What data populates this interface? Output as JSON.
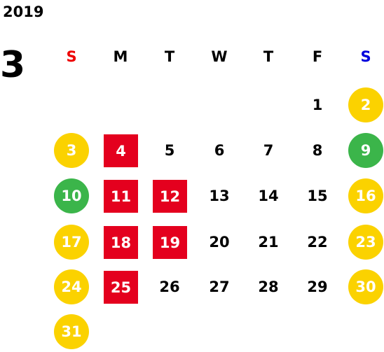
{
  "year": "2019",
  "month": "3",
  "colors": {
    "sunday": "#ee0000",
    "saturday": "#0000dd",
    "weekday": "#000000",
    "weekend_circle": "#fbd200",
    "special_circle": "#3bb54a",
    "square": "#e4001e"
  },
  "weekdays": [
    {
      "label": "S",
      "color": "#ee0000"
    },
    {
      "label": "M",
      "color": "#000000"
    },
    {
      "label": "T",
      "color": "#000000"
    },
    {
      "label": "W",
      "color": "#000000"
    },
    {
      "label": "T",
      "color": "#000000"
    },
    {
      "label": "F",
      "color": "#000000"
    },
    {
      "label": "S",
      "color": "#0000dd"
    }
  ],
  "first_weekday_index": 5,
  "days": [
    {
      "day": "1",
      "mark": "none"
    },
    {
      "day": "2",
      "mark": "yellow-circle"
    },
    {
      "day": "3",
      "mark": "yellow-circle"
    },
    {
      "day": "4",
      "mark": "red-square"
    },
    {
      "day": "5",
      "mark": "none"
    },
    {
      "day": "6",
      "mark": "none"
    },
    {
      "day": "7",
      "mark": "none"
    },
    {
      "day": "8",
      "mark": "none"
    },
    {
      "day": "9",
      "mark": "green-circle"
    },
    {
      "day": "10",
      "mark": "green-circle"
    },
    {
      "day": "11",
      "mark": "red-square"
    },
    {
      "day": "12",
      "mark": "red-square"
    },
    {
      "day": "13",
      "mark": "none"
    },
    {
      "day": "14",
      "mark": "none"
    },
    {
      "day": "15",
      "mark": "none"
    },
    {
      "day": "16",
      "mark": "yellow-circle"
    },
    {
      "day": "17",
      "mark": "yellow-circle"
    },
    {
      "day": "18",
      "mark": "red-square"
    },
    {
      "day": "19",
      "mark": "red-square"
    },
    {
      "day": "20",
      "mark": "none"
    },
    {
      "day": "21",
      "mark": "none"
    },
    {
      "day": "22",
      "mark": "none"
    },
    {
      "day": "23",
      "mark": "yellow-circle"
    },
    {
      "day": "24",
      "mark": "yellow-circle"
    },
    {
      "day": "25",
      "mark": "red-square"
    },
    {
      "day": "26",
      "mark": "none"
    },
    {
      "day": "27",
      "mark": "none"
    },
    {
      "day": "28",
      "mark": "none"
    },
    {
      "day": "29",
      "mark": "none"
    },
    {
      "day": "30",
      "mark": "yellow-circle"
    },
    {
      "day": "31",
      "mark": "yellow-circle"
    }
  ]
}
